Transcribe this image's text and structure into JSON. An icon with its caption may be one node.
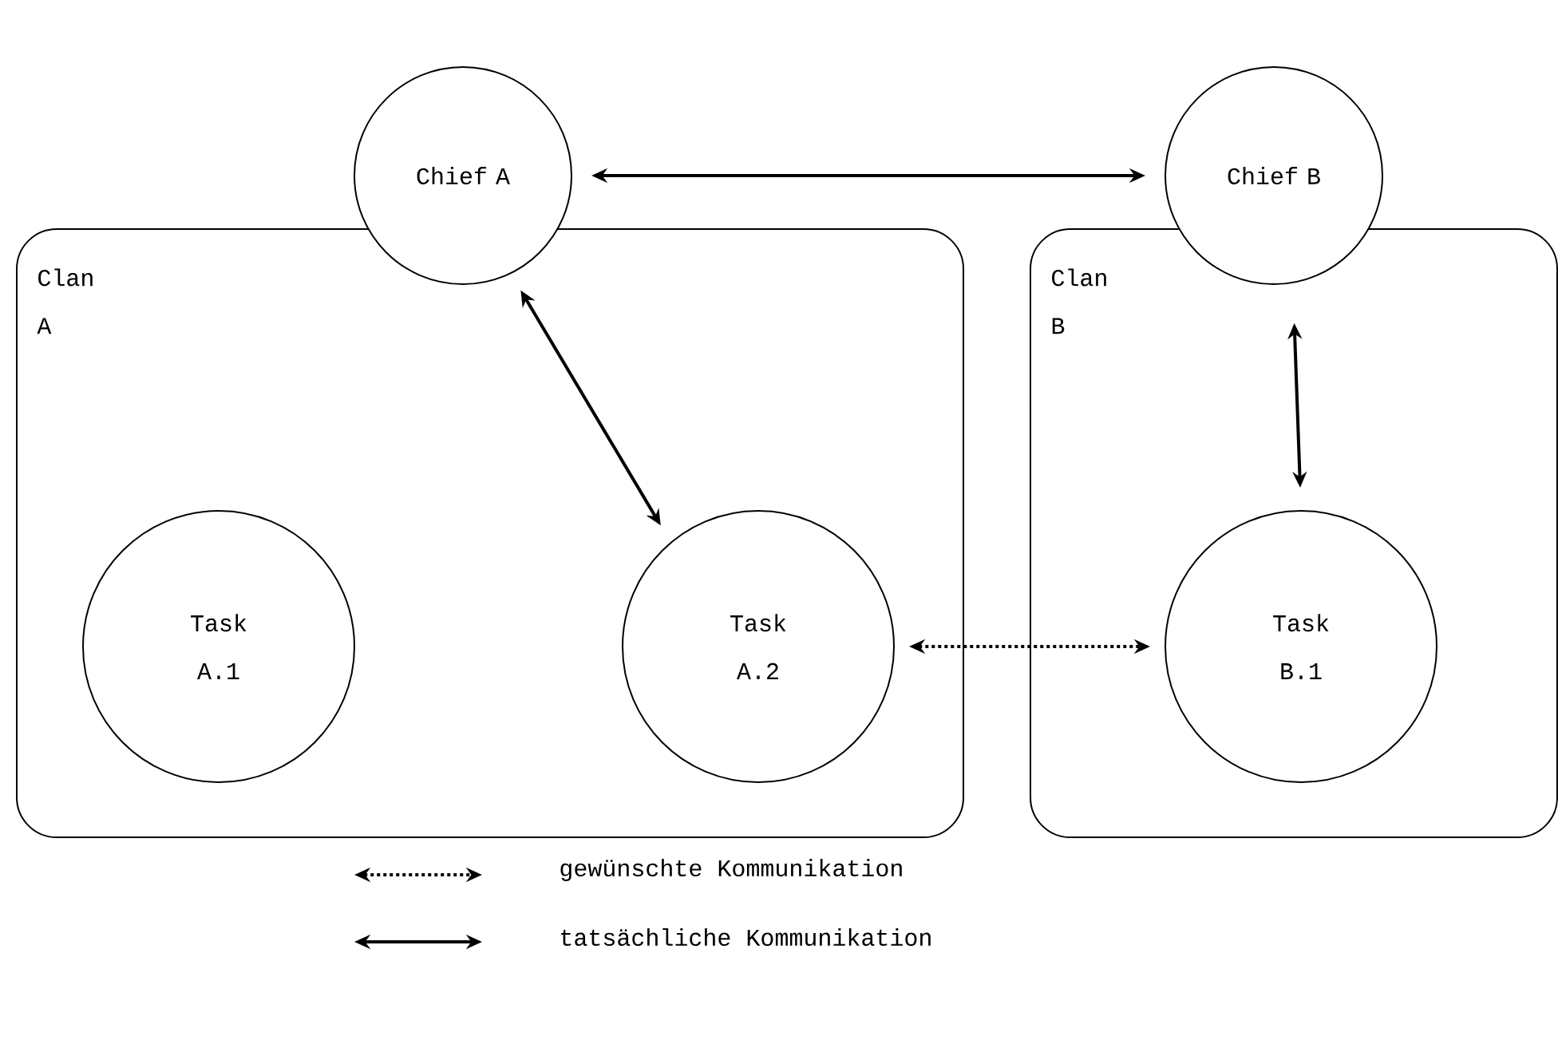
{
  "diagram": {
    "nodes": [
      {
        "text": [
          "Clan A"
        ]
      },
      {
        "text": [
          "Clan B"
        ]
      },
      {
        "text": [
          "Chief A"
        ]
      },
      {
        "text": [
          "Chief B"
        ]
      },
      {
        "text": [
          "Task A.1"
        ],
        "in": 0
      },
      {
        "text": [
          "Task A.2"
        ],
        "in": 0
      },
      {
        "text": [
          "Task B.1"
        ],
        "in": 1
      }
    ],
    "edges": [
      {
        "from": 2,
        "to": 3,
        "arrow": "both"
      },
      {
        "from": 2,
        "to": 5,
        "arrow": "both"
      },
      {
        "from": 3,
        "to": 6,
        "arrow": "both"
      },
      {
        "from": 5,
        "to": 6,
        "arrow": "both",
        "style": "dashed"
      }
    ],
    "legend": [
      {
        "text": "gewünschte Kommunikation"
      },
      {
        "text": "tatsächliche Kommunikation"
      }
    ]
  }
}
